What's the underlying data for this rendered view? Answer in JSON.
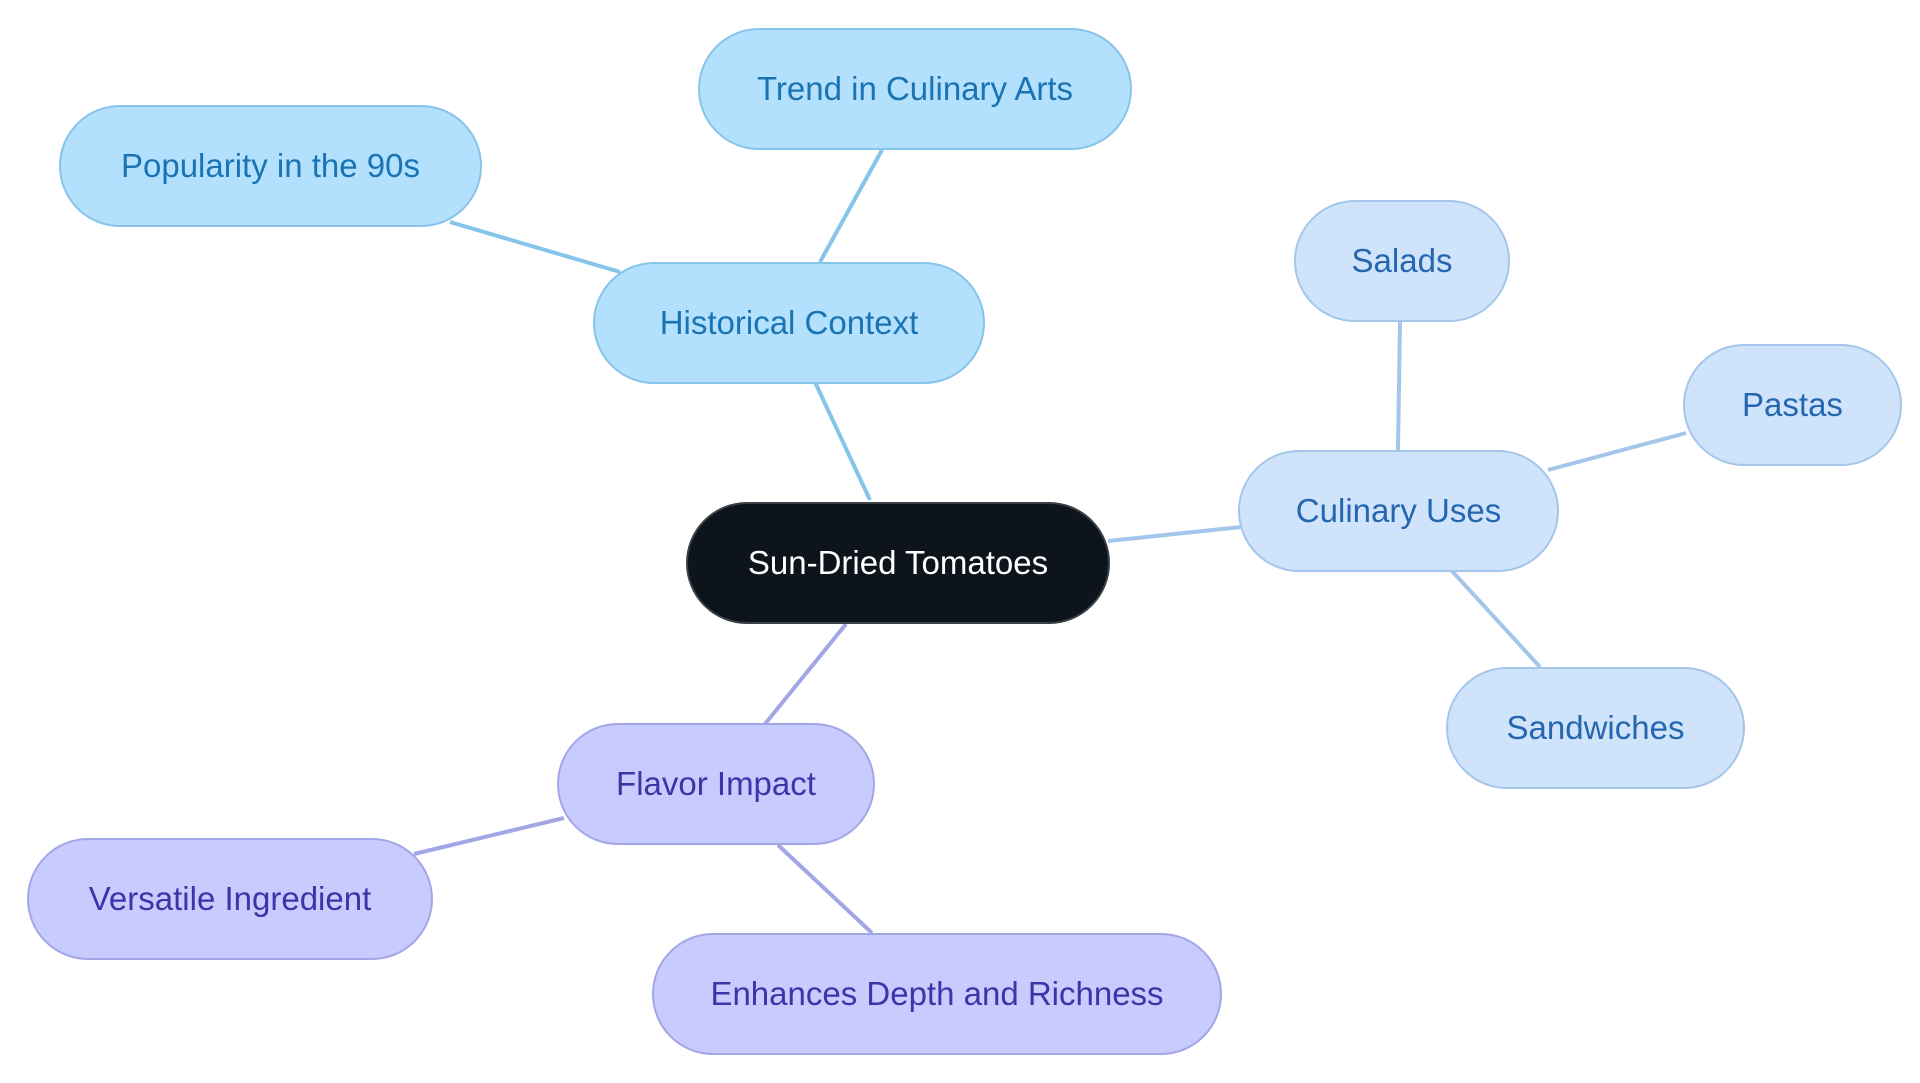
{
  "root": {
    "label": "Sun-Dried Tomatoes"
  },
  "branches": {
    "historical": {
      "label": "Historical Context",
      "children": [
        "Trend in Culinary Arts",
        "Popularity in the 90s"
      ]
    },
    "culinary": {
      "label": "Culinary Uses",
      "children": [
        "Salads",
        "Pastas",
        "Sandwiches"
      ]
    },
    "flavor": {
      "label": "Flavor Impact",
      "children": [
        "Versatile Ingredient",
        "Enhances Depth and Richness"
      ]
    }
  },
  "colors": {
    "root_fill": "#0d141b",
    "historical_fill": "#b3e0fd",
    "historical_edge": "#86c4ea",
    "culinary_fill": "#cfe4fb",
    "culinary_edge": "#a3c6ea",
    "flavor_fill": "#c8cbfd",
    "flavor_edge": "#a3a6e6"
  }
}
